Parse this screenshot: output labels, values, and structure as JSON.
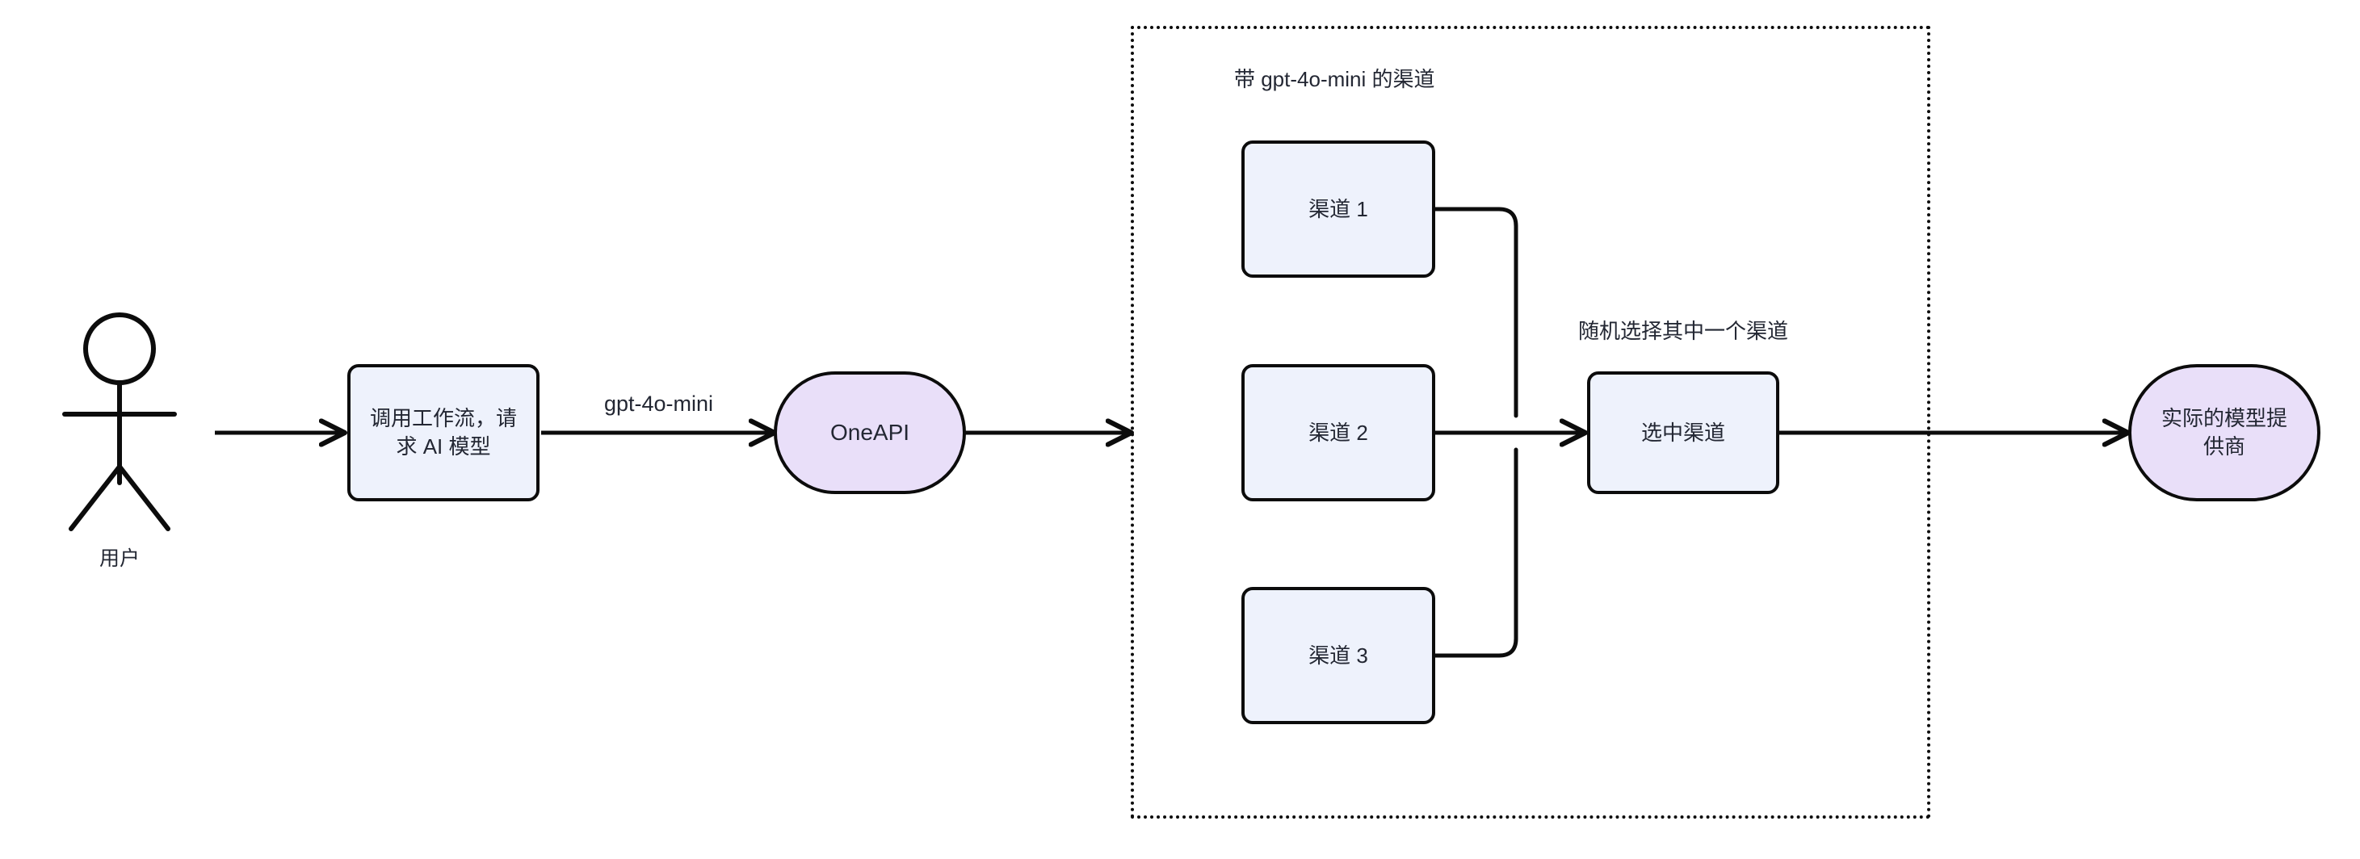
{
  "diagram": {
    "title": "OneAPI gpt-4o-mini channel routing",
    "background_color": "#ffffff",
    "stroke_color": "#0c0c0c",
    "text_color": "#232733",
    "process_fill": "#eef2fc",
    "terminal_fill": "#e9dff9"
  },
  "actor": {
    "name": "user-actor",
    "caption": "用户"
  },
  "nodes": {
    "workflow": {
      "label": "调用工作流，请\n求 AI 模型",
      "shape": "process",
      "fill": "#eef2fc"
    },
    "oneapi": {
      "label": "OneAPI",
      "shape": "terminal",
      "fill": "#e9dff9"
    },
    "channel1": {
      "label": "渠道 1",
      "shape": "process",
      "fill": "#eef2fc"
    },
    "channel2": {
      "label": "渠道 2",
      "shape": "process",
      "fill": "#eef2fc"
    },
    "channel3": {
      "label": "渠道 3",
      "shape": "process",
      "fill": "#eef2fc"
    },
    "selected": {
      "label": "选中渠道",
      "shape": "process",
      "fill": "#eef2fc"
    },
    "provider": {
      "label": "实际的模型提\n供商",
      "shape": "terminal",
      "fill": "#e9dff9"
    }
  },
  "group": {
    "name": "gpt-4o-mini-channel-group",
    "title": "带 gpt-4o-mini 的渠道",
    "border_style": "dotted"
  },
  "edge_labels": {
    "model_name": "gpt-4o-mini",
    "random_pick": "随机选择其中一个渠道"
  },
  "edges": [
    {
      "from": "user-actor",
      "to": "workflow",
      "label": ""
    },
    {
      "from": "workflow",
      "to": "oneapi",
      "label": "gpt-4o-mini"
    },
    {
      "from": "oneapi",
      "to": "gpt-4o-mini-channel-group",
      "label": ""
    },
    {
      "from": "channel1",
      "to": "selected",
      "label": ""
    },
    {
      "from": "channel2",
      "to": "selected",
      "label": "随机选择其中一个渠道"
    },
    {
      "from": "channel3",
      "to": "selected",
      "label": ""
    },
    {
      "from": "selected",
      "to": "provider",
      "label": ""
    }
  ]
}
